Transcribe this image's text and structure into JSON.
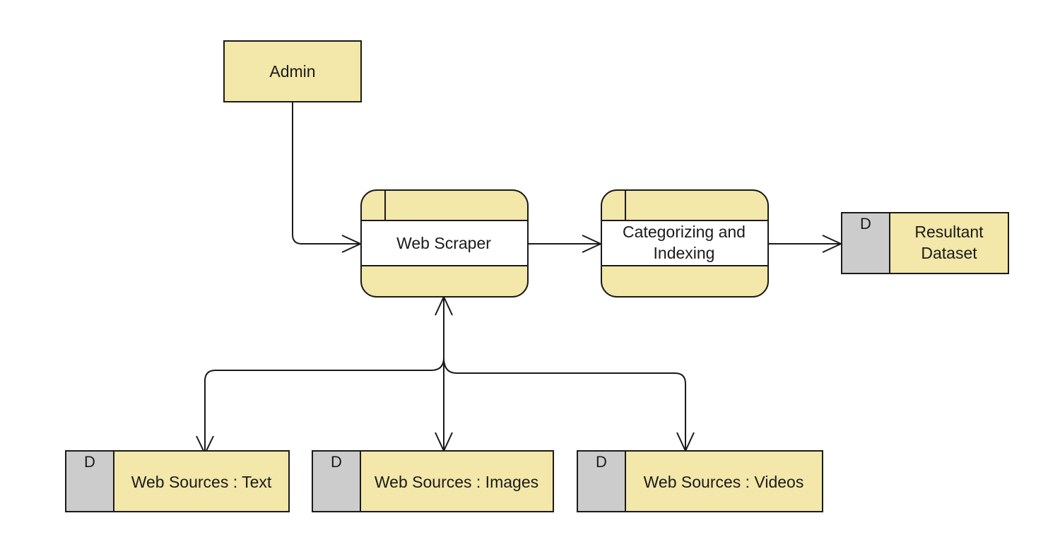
{
  "colors": {
    "entity_fill": "#f3e7a9",
    "store_id_fill": "#cccccc",
    "process_band_fill": "#ffffff",
    "stroke": "#1a1a1a"
  },
  "entities": {
    "admin": {
      "label": "Admin"
    }
  },
  "processes": {
    "web_scraper": {
      "label": "Web Scraper"
    },
    "categorizing": {
      "label_line1": "Categorizing and",
      "label_line2": "Indexing"
    }
  },
  "stores": {
    "resultant": {
      "id": "D",
      "label_line1": "Resultant",
      "label_line2": "Dataset"
    },
    "text": {
      "id": "D",
      "label": "Web Sources : Text"
    },
    "images": {
      "id": "D",
      "label": "Web Sources : Images"
    },
    "videos": {
      "id": "D",
      "label": "Web Sources : Videos"
    }
  }
}
